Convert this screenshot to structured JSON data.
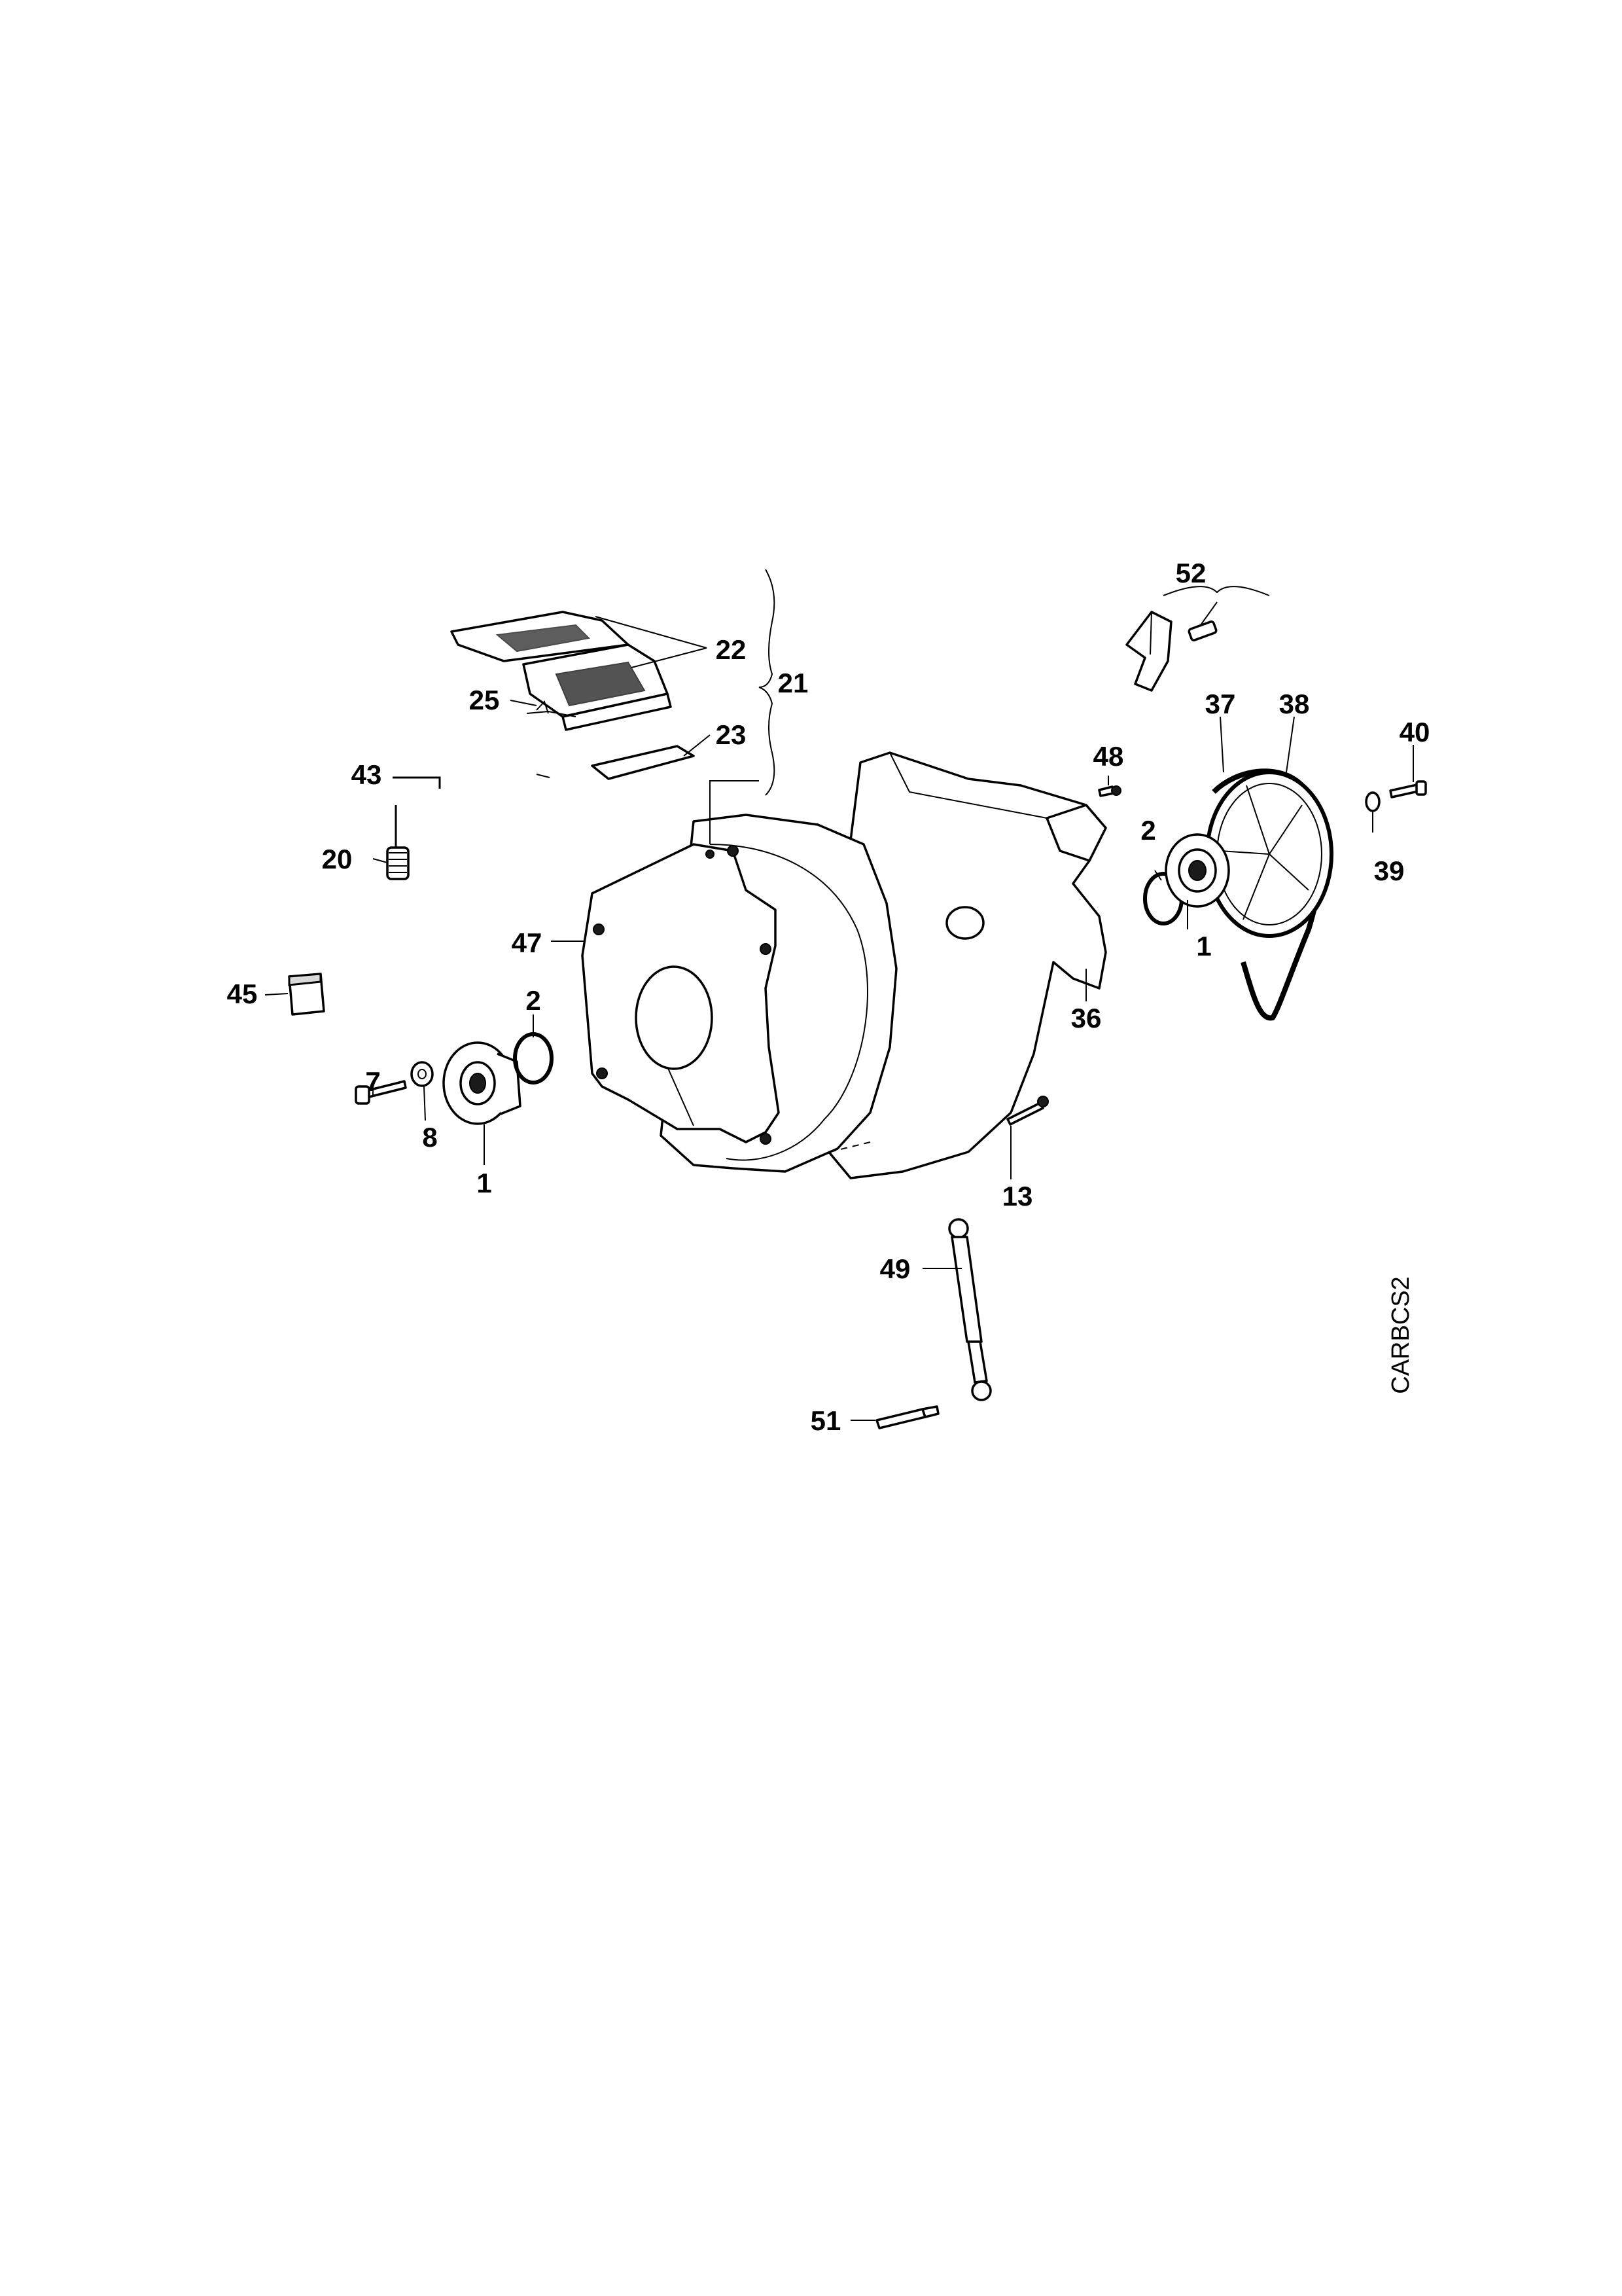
{
  "diagram": {
    "drawing_code": "CARBCS2",
    "callouts": [
      {
        "id": "52",
        "label": "52"
      },
      {
        "id": "22",
        "label": "22"
      },
      {
        "id": "21",
        "label": "21"
      },
      {
        "id": "25",
        "label": "25"
      },
      {
        "id": "23",
        "label": "23"
      },
      {
        "id": "48",
        "label": "48"
      },
      {
        "id": "37",
        "label": "37"
      },
      {
        "id": "38",
        "label": "38"
      },
      {
        "id": "40",
        "label": "40"
      },
      {
        "id": "43",
        "label": "43"
      },
      {
        "id": "2a",
        "label": "2"
      },
      {
        "id": "20",
        "label": "20"
      },
      {
        "id": "39",
        "label": "39"
      },
      {
        "id": "1a",
        "label": "1"
      },
      {
        "id": "47",
        "label": "47"
      },
      {
        "id": "45",
        "label": "45"
      },
      {
        "id": "2b",
        "label": "2"
      },
      {
        "id": "36",
        "label": "36"
      },
      {
        "id": "7",
        "label": "7"
      },
      {
        "id": "13",
        "label": "13"
      },
      {
        "id": "8",
        "label": "8"
      },
      {
        "id": "1b",
        "label": "1"
      },
      {
        "id": "49",
        "label": "49"
      },
      {
        "id": "51",
        "label": "51"
      }
    ]
  }
}
